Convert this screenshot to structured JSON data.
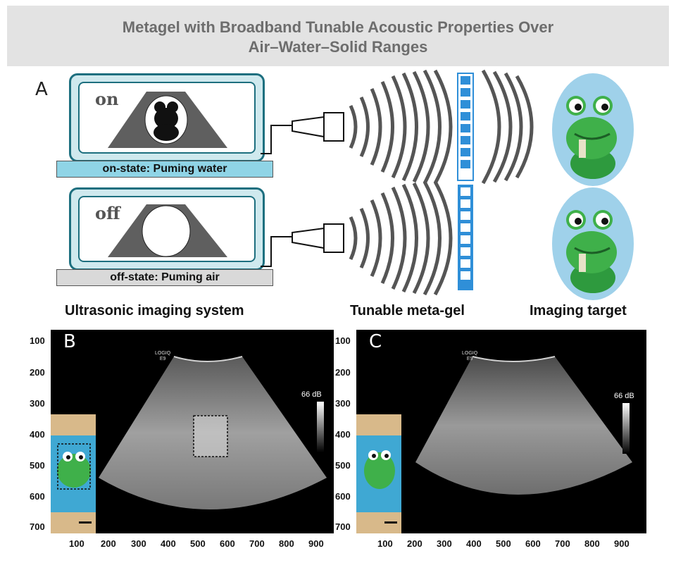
{
  "title": {
    "line1": "Metagel with Broadband Tunable Acoustic Properties Over",
    "line2": "Air–Water–Solid Ranges"
  },
  "panels": {
    "a": "A",
    "b": "B",
    "c": "C"
  },
  "system": {
    "on_word": "on",
    "off_word": "off",
    "on_base": "on-state: Puming water",
    "off_base": "off-state: Puming air"
  },
  "labels": {
    "system": "Ultrasonic imaging system",
    "gel": "Tunable meta-gel",
    "target": "Imaging target"
  },
  "scans": {
    "db_label": "66 dB",
    "logo_line1": "LOGIQ",
    "logo_line2": "E9",
    "y_ticks": [
      "100",
      "200",
      "300",
      "400",
      "500",
      "600",
      "700"
    ],
    "x_ticks": [
      "100",
      "200",
      "300",
      "400",
      "500",
      "600",
      "700",
      "800",
      "900"
    ]
  },
  "colors": {
    "title_bg": "#e3e3e3",
    "title_text": "#6d6d6d",
    "monitor_frame": "#1d6f7f",
    "water": "#8fd4e6",
    "air": "#d9d9d9",
    "gel_cell": "#2f8fd8",
    "frog_green": "#2e9a3e",
    "target_bg": "#9fd1ea"
  }
}
